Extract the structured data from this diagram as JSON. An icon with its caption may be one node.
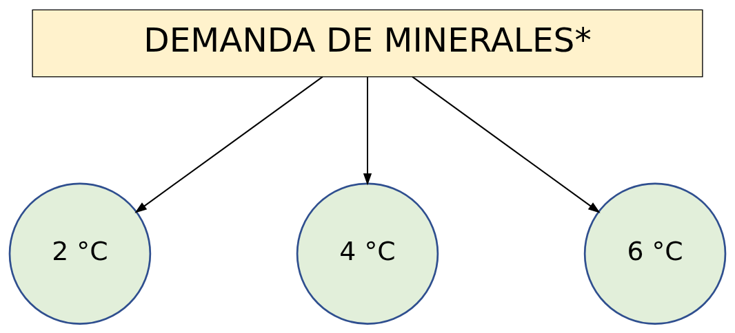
{
  "diagram": {
    "nodes": [
      {
        "text": [
          "DEMANDA DE MINERALES*"
        ]
      },
      {
        "text": [
          "2 °C"
        ]
      },
      {
        "text": [
          "4 °C"
        ]
      },
      {
        "text": [
          "6 °C"
        ]
      }
    ],
    "edges": [
      {
        "from": 0,
        "to": 1,
        "arrow": "to"
      },
      {
        "from": 0,
        "to": 2,
        "arrow": "to"
      },
      {
        "from": 0,
        "to": 3,
        "arrow": "to"
      }
    ]
  }
}
